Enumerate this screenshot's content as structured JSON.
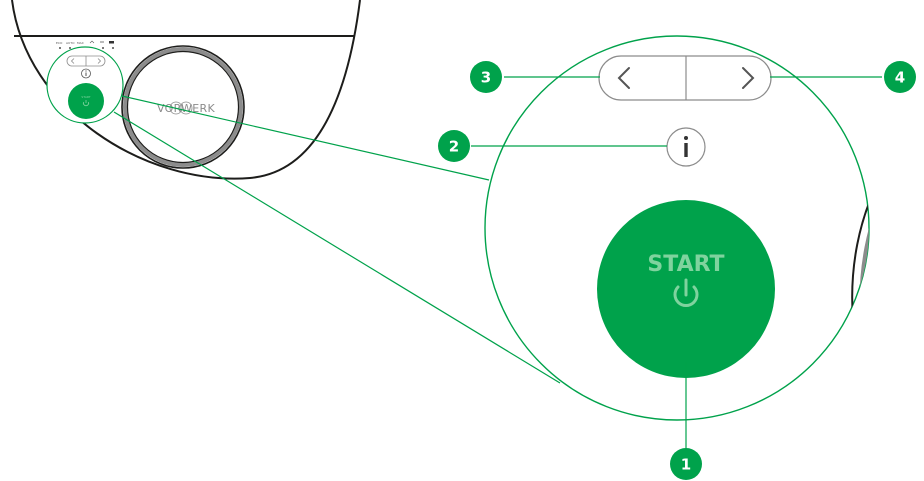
{
  "colors": {
    "green": "#00a24b",
    "green_text": "#7fd39e",
    "outline": "#1d1d1b",
    "grey": "#8c8c8c",
    "dark_grey": "#555555",
    "callout_bg": "#00a24b",
    "callout_text": "#ffffff"
  },
  "robot": {
    "brand": "VORWERK",
    "indicators": [
      "ECO",
      "AUTO",
      "MAX",
      "",
      "",
      ""
    ],
    "small_button_label": "START"
  },
  "zoom": {
    "start_label": "START",
    "icons": {
      "power": "power-icon",
      "info": "info-icon",
      "left": "chevron-left-icon",
      "right": "chevron-right-icon"
    }
  },
  "callouts": [
    {
      "number": "1",
      "target": "start-button"
    },
    {
      "number": "2",
      "target": "info-button"
    },
    {
      "number": "3",
      "target": "left-arrow-button"
    },
    {
      "number": "4",
      "target": "right-arrow-button"
    }
  ]
}
